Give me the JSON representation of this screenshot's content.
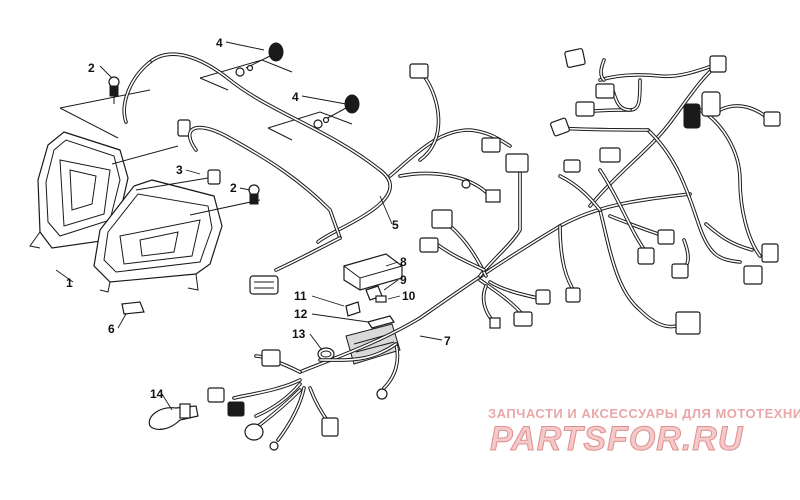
{
  "diagram": {
    "callouts": [
      "1",
      "2",
      "2",
      "3",
      "4",
      "4",
      "5",
      "6",
      "7",
      "8",
      "9",
      "10",
      "11",
      "12",
      "13",
      "14"
    ]
  },
  "watermark": {
    "line1": "ЗАПЧАСТИ И АКСЕССУАРЫ ДЛЯ МОТОТЕХНИКИ",
    "line2": "PARTSFOR.RU",
    "color": "#e9a7a7"
  }
}
